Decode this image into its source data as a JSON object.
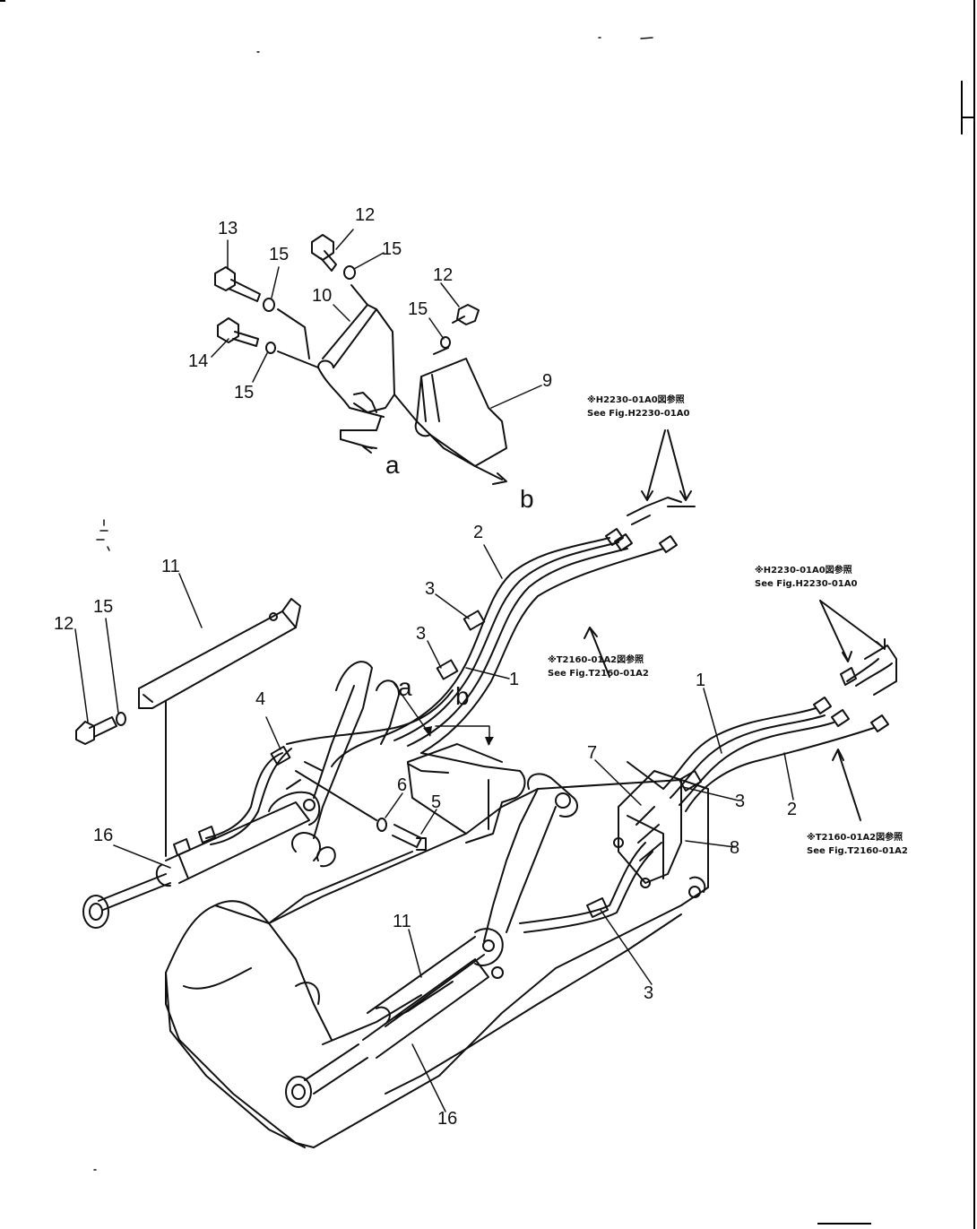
{
  "callouts": {
    "c13": "13",
    "c12a": "12",
    "c15a": "15",
    "c15b": "15",
    "c10": "10",
    "c12b": "12",
    "c15c": "15",
    "c14": "14",
    "c15d": "15",
    "c9": "9",
    "c11a": "11",
    "c15e": "15",
    "c12c": "12",
    "c2a": "2",
    "c3a": "3",
    "c3b": "3",
    "c1a": "1",
    "c4": "4",
    "c6": "6",
    "c5": "5",
    "c16a": "16",
    "c7": "7",
    "c1b": "1",
    "c3c": "3",
    "c2b": "2",
    "c8": "8",
    "c11b": "11",
    "c3d": "3",
    "c16b": "16"
  },
  "letters": {
    "a1": "a",
    "b1": "b",
    "a2": "a",
    "b2": "b"
  },
  "notes": {
    "n1_jp": "※H2230-01A0図参照",
    "n1_en": "See Fig.H2230-01A0",
    "n2_jp": "※T2160-01A2図参照",
    "n2_en": "See Fig.T2160-01A2",
    "n3_jp": "※H2230-01A0図参照",
    "n3_en": "See Fig.H2230-01A0",
    "n4_jp": "※T2160-01A2図参照",
    "n4_en": "See Fig.T2160-01A2"
  }
}
